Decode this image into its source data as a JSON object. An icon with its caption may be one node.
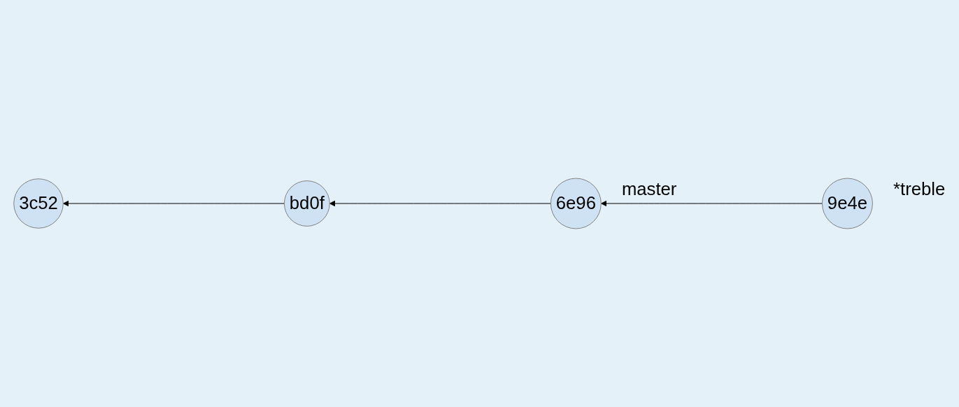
{
  "diagram": {
    "nodes": [
      {
        "text": [
          "3c52"
        ]
      },
      {
        "text": [
          "bd0f"
        ]
      },
      {
        "text": [
          "6e96"
        ],
        "beside": [
          "master"
        ]
      },
      {
        "text": [
          "9e4e"
        ],
        "beside": [
          "*treble"
        ]
      }
    ],
    "edges": [
      {
        "from": 1,
        "to": 0,
        "arrow": "to"
      },
      {
        "from": 2,
        "to": 1,
        "arrow": "to"
      },
      {
        "from": 3,
        "to": 2,
        "arrow": "to"
      }
    ]
  }
}
